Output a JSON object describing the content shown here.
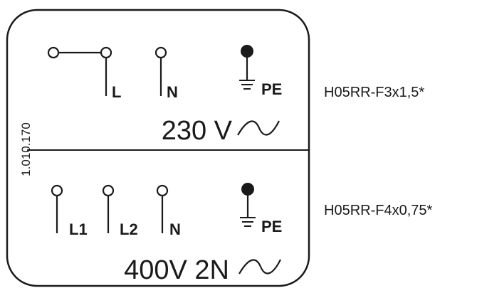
{
  "part_number": "1.010.170",
  "top": {
    "terminals": [
      "L",
      "N"
    ],
    "earth_label": "PE",
    "voltage": "230 V",
    "cable": "H05RR-F3x1,5*"
  },
  "bottom": {
    "terminals": [
      "L1",
      "L2",
      "N"
    ],
    "earth_label": "PE",
    "voltage": "400V 2N",
    "cable": "H05RR-F4x0,75*"
  },
  "colors": {
    "ink": "#1a1a1a",
    "background": "#ffffff"
  },
  "icons": [
    "ac-wave-icon",
    "earth-icon",
    "terminal-icon"
  ]
}
